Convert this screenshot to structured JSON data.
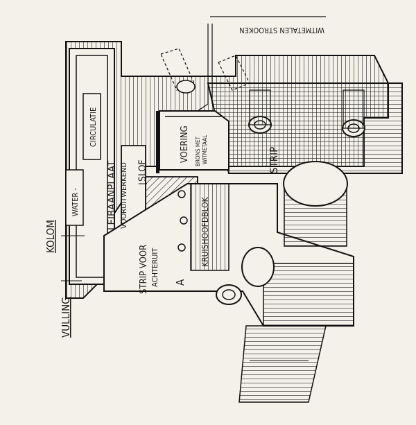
{
  "labels": {
    "witmetalen_strooken": "WITMETALEN STROOKEN",
    "circulatie": "CIRCULATIE",
    "water": "WATER -",
    "voering": "VOERING",
    "brons_met": "BRONS MET",
    "witmetaal": "WITMETAAL",
    "leibaanplaat": "LEIBAANPLAAT",
    "vooruitwerkend": "VOORUITWERKEND",
    "slof": "SLOF",
    "strip_top": "STRIP",
    "kolom": "KOLOM",
    "kruishoofdblok": "KRUISHOOFDBLOK",
    "strip_voor": "STRIP VOOR",
    "achteruit": "ACHTERUIT",
    "a": "A",
    "vulling": "VULLING"
  },
  "colors": {
    "paper": "#f4f1ea",
    "ink": "#111111"
  }
}
